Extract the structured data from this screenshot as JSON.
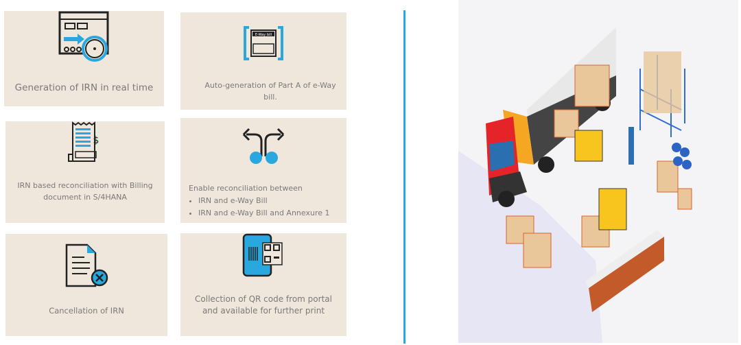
{
  "colors": {
    "card_bg": "#efe6dc",
    "accent": "#29a8e0",
    "text": "#7a7a7a"
  },
  "cards": [
    {
      "icon": "browser-stopwatch-icon",
      "text": "Generation of IRN in real time"
    },
    {
      "icon": "eway-bill-icon",
      "icon_label": "E-Way bill",
      "text": "Auto-generation of Part A of e-Way bill."
    },
    {
      "icon": "receipt-dollar-icon",
      "text": "IRN based reconciliation with Billing document in S/4HANA"
    },
    {
      "icon": "split-arrows-icon",
      "text": "Enable reconciliation between",
      "bullets": [
        "IRN and e-Way Bill",
        "IRN and e-Way Bill and Annexure 1"
      ]
    },
    {
      "icon": "document-cancel-icon",
      "text": "Cancellation of IRN"
    },
    {
      "icon": "phone-qr-icon",
      "text": "Collection of QR code from portal and available for further print"
    }
  ]
}
